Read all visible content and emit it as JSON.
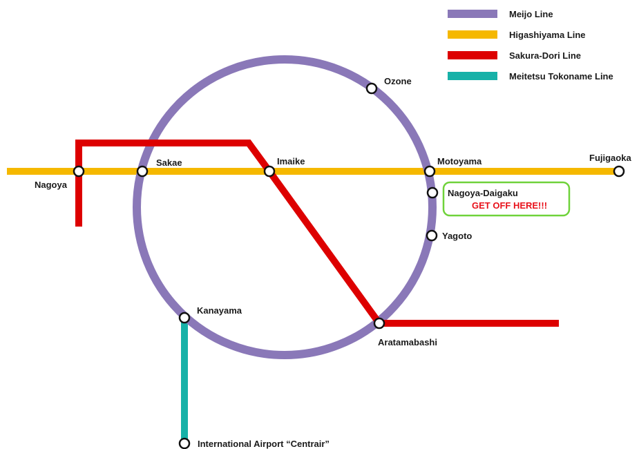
{
  "legend": [
    {
      "label": "Meijo Line",
      "color": "#8a78b8"
    },
    {
      "label": "Higashiyama Line",
      "color": "#f5b800"
    },
    {
      "label": "Sakura-Dori Line",
      "color": "#dd0000"
    },
    {
      "label": "Meitetsu Tokoname Line",
      "color": "#17b1a8"
    }
  ],
  "stations": {
    "nagoya": "Nagoya",
    "sakae": "Sakae",
    "imaike": "Imaike",
    "ozone": "Ozone",
    "motoyama": "Motoyama",
    "fujigaoka": "Fujigaoka",
    "nagoya_daigaku": "Nagoya-Daigaku",
    "yagoto": "Yagoto",
    "kanayama": "Kanayama",
    "aratamabashi": "Aratamabashi",
    "airport": "International Airport  “Centrair”"
  },
  "callout": {
    "alert": "GET OFF HERE!!!",
    "border_color": "#6fd23a",
    "alert_color": "#e8101a"
  }
}
